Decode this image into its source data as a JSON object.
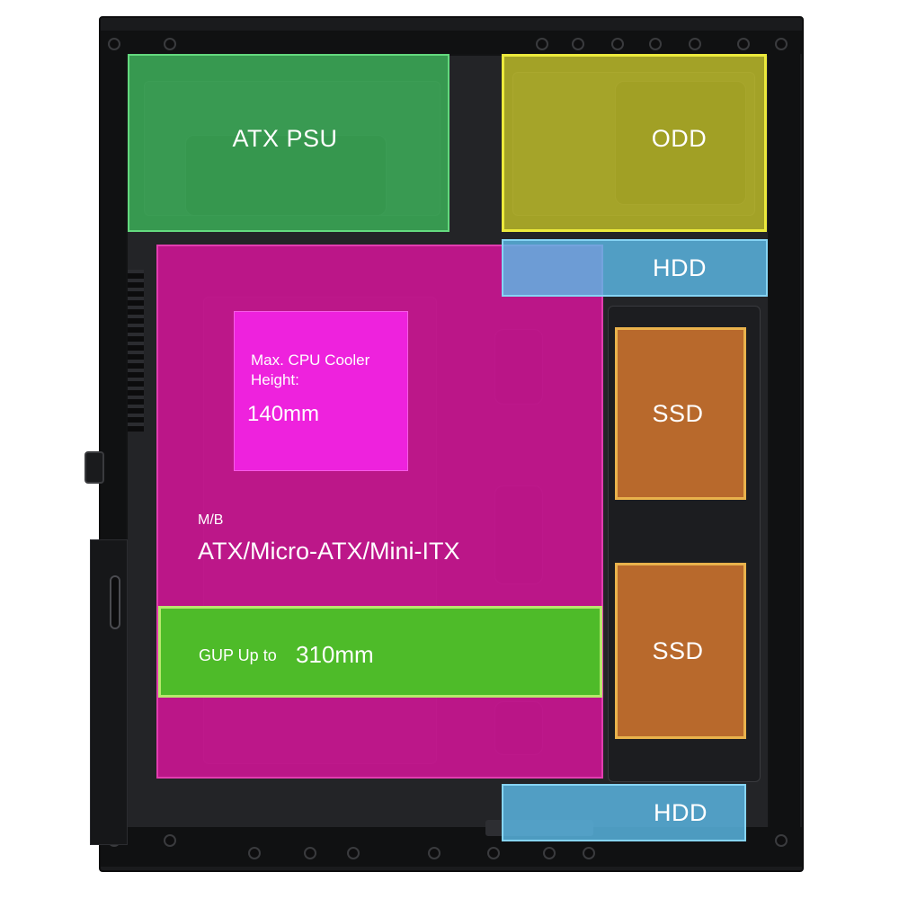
{
  "zones": {
    "psu": {
      "label": "ATX PSU",
      "color": "#3dba5c"
    },
    "odd": {
      "label": "ODD",
      "color": "#d6d228"
    },
    "hdd_top": {
      "label": "HDD",
      "color": "#5cbae6"
    },
    "hdd_bottom": {
      "label": "HDD",
      "color": "#5cbae6"
    },
    "ssd_top": {
      "label": "SSD",
      "color": "#c6702e"
    },
    "ssd_bottom": {
      "label": "SSD",
      "color": "#c6702e"
    },
    "motherboard": {
      "prefix": "M/B",
      "label": "ATX/Micro-ATX/Mini-ITX",
      "color": "#d01496"
    },
    "cpu_cooler": {
      "line1": "Max. CPU Cooler",
      "line2": "Height:",
      "value": "140mm",
      "color": "#ee22dd"
    },
    "gpu": {
      "prefix": "GUP Up to",
      "value": "310mm",
      "color": "#48c424"
    }
  },
  "colors": {
    "case_body": "#1a1b1d",
    "case_interior": "#232427",
    "background": "#ffffff"
  }
}
